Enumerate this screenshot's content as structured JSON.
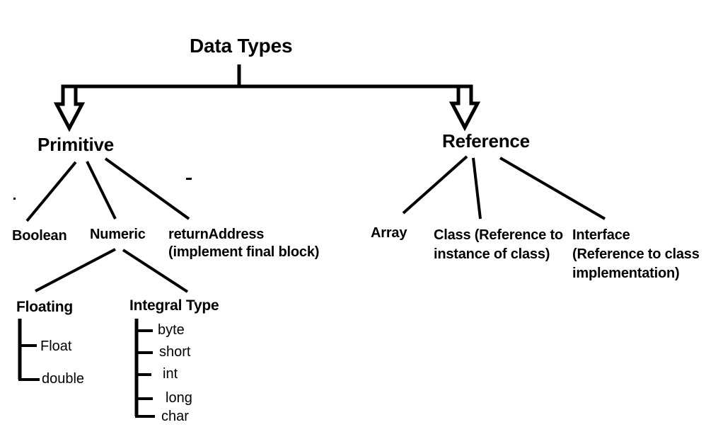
{
  "colors": {
    "ink": "#000000",
    "background": "#ffffff"
  },
  "tree": {
    "root": {
      "label": "Data Types"
    },
    "primitive": {
      "label": "Primitive",
      "boolean": {
        "label": "Boolean"
      },
      "numeric": {
        "label": "Numeric",
        "floating": {
          "label": "Floating",
          "leaves": [
            "Float",
            "double"
          ]
        },
        "integral": {
          "label": "Integral Type",
          "leaves": [
            "byte",
            "short",
            "int",
            "long",
            "char"
          ]
        }
      },
      "return_address": {
        "label": "returnAddress",
        "note": "(implement final block)"
      }
    },
    "reference": {
      "label": "Reference",
      "array": {
        "label": "Array"
      },
      "class": {
        "label_line1": "Class (Reference to",
        "label_line2": "instance of class)"
      },
      "interface": {
        "label_line1": "Interface",
        "label_line2": "(Reference to class",
        "label_line3": "implementation)"
      }
    }
  }
}
